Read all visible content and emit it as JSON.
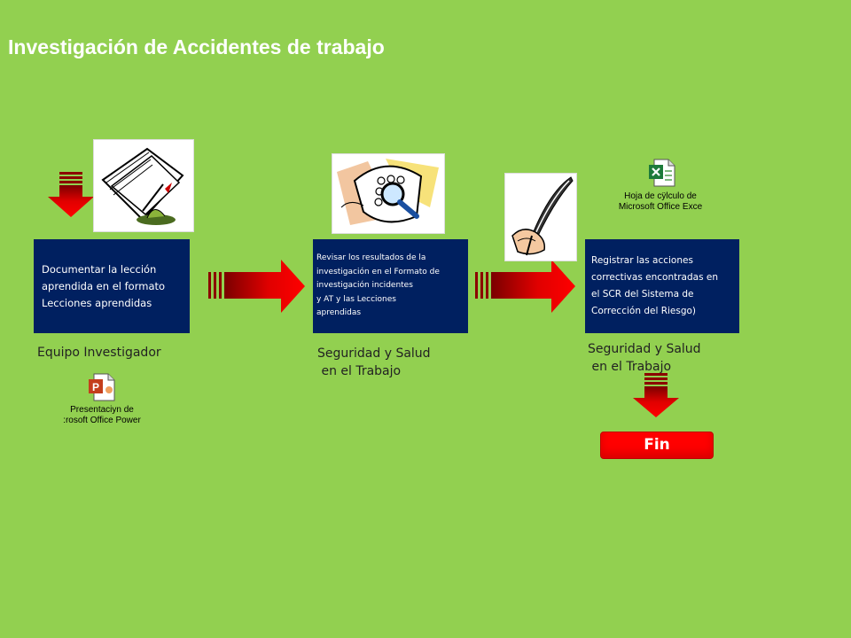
{
  "title": "Investigación de Accidentes de trabajo",
  "steps": [
    {
      "text": "Documentar la lección\naprendida en el formato\nLecciones aprendidas",
      "responsible": "Equipo Investigador"
    },
    {
      "text": "Revisar los resultados de la\ninvestigación en el Formato de\ninvestigación incidentes\ny AT y las Lecciones\naprendidas",
      "responsible": "Seguridad y Salud\n en el Trabajo"
    },
    {
      "text": "Registrar las acciones\ncorrectivas encontradas en\nel SCR del Sistema de\nCorrección del Riesgo)",
      "responsible": "Seguridad y Salud\n en el Trabajo"
    }
  ],
  "embedded_objects": {
    "powerpoint": {
      "caption": "Presentaciyn de\n:rosoft Office Power",
      "icon": "powerpoint-file-icon"
    },
    "excel": {
      "caption": "Hoja de cÿlculo de\nMicrosoft Office Exce",
      "icon": "excel-file-icon"
    }
  },
  "end_label": "Fin",
  "colors": {
    "background": "#92d050",
    "step_box": "#002060",
    "arrow": "#ff0000",
    "arrow_dark": "#7a0000"
  }
}
